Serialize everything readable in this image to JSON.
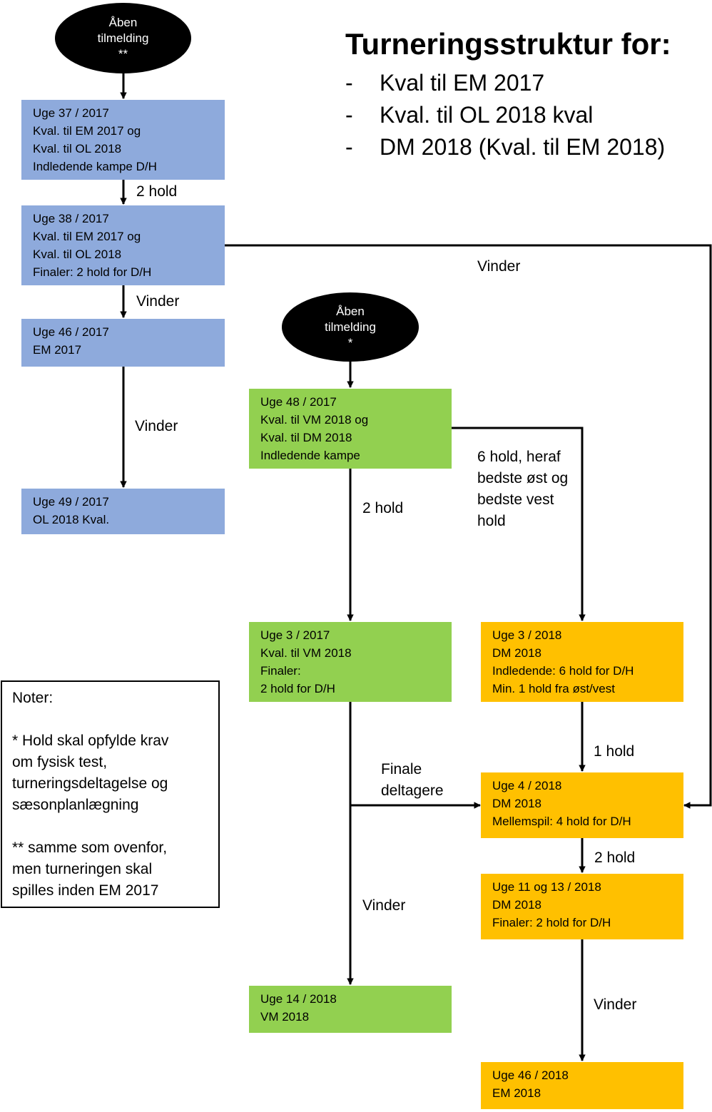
{
  "title": "Turneringsstruktur for:",
  "bullets": [
    {
      "dash": "-",
      "text": "Kval til EM 2017"
    },
    {
      "dash": "-",
      "text": "Kval. til OL 2018 kval"
    },
    {
      "dash": "-",
      "text": "DM 2018 (Kval. til EM 2018)"
    }
  ],
  "entries": [
    {
      "lines": [
        "Åben",
        "tilmelding",
        "**"
      ]
    },
    {
      "lines": [
        "Åben",
        "tilmelding",
        "*"
      ]
    }
  ],
  "blue": [
    [
      "Uge 37 / 2017",
      "Kval. til EM 2017 og",
      "Kval. til OL 2018",
      "Indledende kampe D/H"
    ],
    [
      "Uge 38 / 2017",
      "Kval. til EM 2017 og",
      "Kval. til OL 2018",
      "Finaler:  2 hold for D/H"
    ],
    [
      "Uge 46 / 2017",
      "EM 2017"
    ],
    [
      "Uge 49 / 2017",
      "OL 2018 Kval."
    ]
  ],
  "green": [
    [
      "Uge 48 / 2017",
      "Kval. til VM 2018 og",
      "Kval. til DM 2018",
      "Indledende kampe"
    ],
    [
      "Uge 3 / 2017",
      "Kval. til VM 2018",
      "Finaler:",
      "2 hold for D/H"
    ],
    [
      "Uge 14 / 2018",
      "VM 2018"
    ]
  ],
  "orange": [
    [
      "Uge 3 / 2018",
      "DM 2018",
      "Indledende:  6 hold for D/H",
      "Min. 1 hold fra øst/vest"
    ],
    [
      "Uge 4 / 2018",
      "DM 2018",
      "Mellemspil:  4 hold for D/H"
    ],
    [
      "Uge 11 og 13 / 2018",
      "DM 2018",
      "Finaler: 2 hold for D/H"
    ],
    [
      "Uge 46 / 2018",
      "EM 2018"
    ]
  ],
  "labels": {
    "l1": "2 hold",
    "l2": "Vinder",
    "l3": "Vinder",
    "l4": "Vinder",
    "l5": "2 hold",
    "l6": [
      "6 hold, heraf",
      "bedste øst og",
      "bedste vest",
      "hold"
    ],
    "l7": "1 hold",
    "l8": [
      "Finale",
      "deltagere"
    ],
    "l9": "2 hold",
    "l10": "Vinder",
    "l11": "Vinder"
  },
  "notes": {
    "heading": "Noter:",
    "note1": [
      "*  Hold skal opfylde krav",
      "om fysisk test,",
      "turneringsdeltagelse og",
      "sæsonplanlægning"
    ],
    "note2": [
      "**  samme som ovenfor,",
      "men turneringen skal",
      "spilles inden EM 2017"
    ]
  },
  "colors": {
    "blue": "#8eaadc",
    "green": "#92d050",
    "orange": "#ffc000",
    "ellipse": "#000000",
    "arrow": "#000000"
  }
}
